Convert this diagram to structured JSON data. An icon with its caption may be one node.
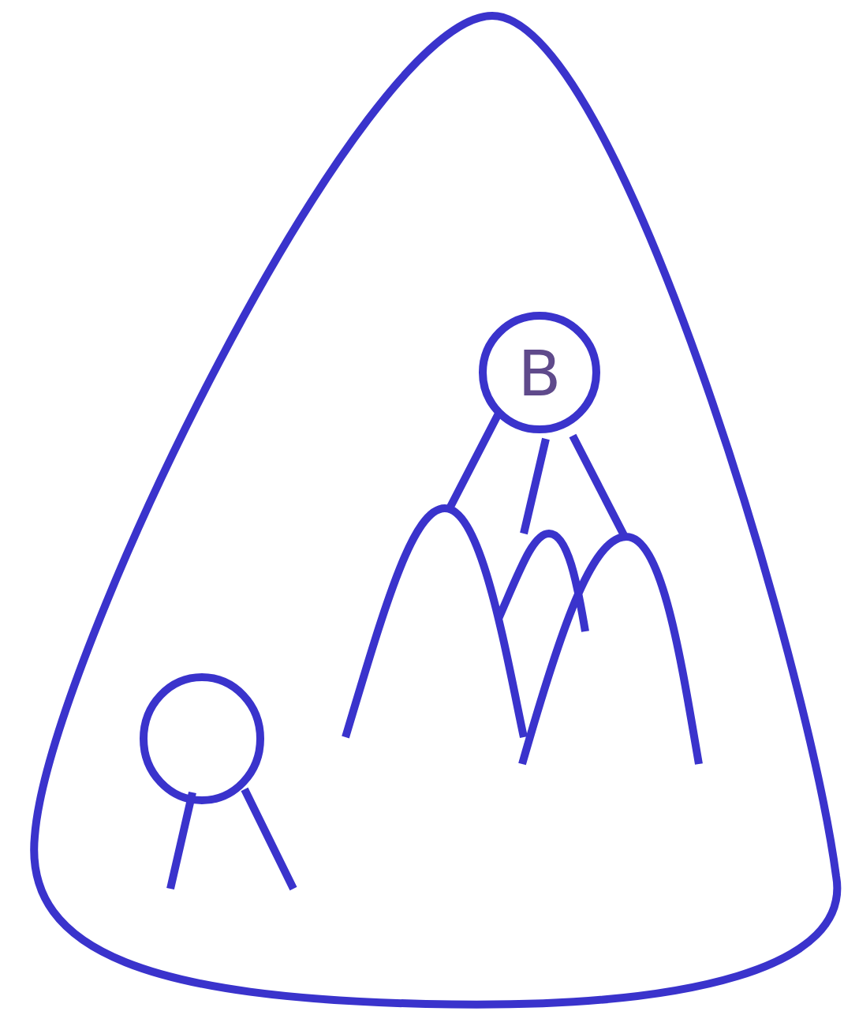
{
  "diagram": {
    "nodes": [
      {
        "text": [],
        "shape": "blob"
      },
      {
        "text": [
          "B"
        ],
        "in": 0
      },
      {
        "text": [],
        "shape": "circle",
        "in": 0
      }
    ]
  }
}
